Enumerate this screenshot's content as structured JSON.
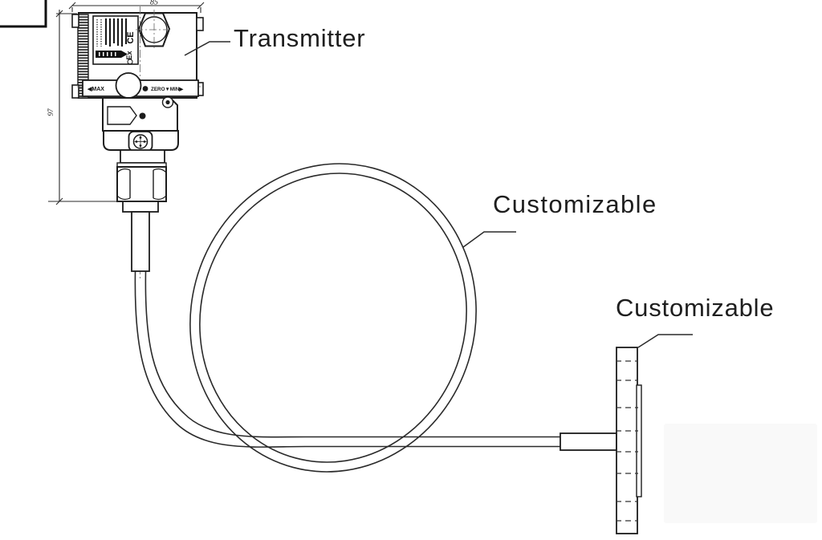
{
  "diagram": {
    "background": "#ffffff",
    "line_color": "#1c1c1c",
    "shade_color": "#f9f9f9",
    "labels": {
      "transmitter": "Transmitter",
      "cable": "Customizable",
      "flange": "Customizable"
    },
    "dimensions": {
      "top_width": "85",
      "side_height": "97"
    },
    "markings": {
      "ce": "CE",
      "ex": "Ex",
      "max": "◀MAX",
      "zero_min": "ZERO▼MIN▶"
    }
  }
}
